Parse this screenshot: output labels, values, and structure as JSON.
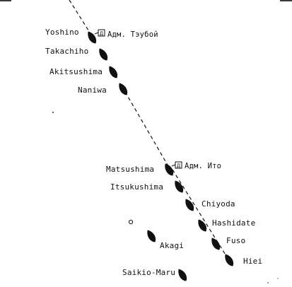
{
  "colors": {
    "ink": "#111111",
    "background": "#ffffff"
  },
  "column_1": {
    "ships": [
      {
        "name": "Yoshino"
      },
      {
        "name": "Takachiho"
      },
      {
        "name": "Akitsushima"
      },
      {
        "name": "Naniwa"
      }
    ],
    "flag": {
      "symbol": "Д",
      "label": "Адм. Тэубой"
    }
  },
  "column_2": {
    "ships": [
      {
        "name": "Matsushima"
      },
      {
        "name": "Itsukushima"
      },
      {
        "name": "Chiyoda"
      },
      {
        "name": "Hashidate"
      },
      {
        "name": "Fuso"
      },
      {
        "name": "Hiei"
      }
    ],
    "flag": {
      "symbol": "Д",
      "label": "Адм. Ито"
    }
  },
  "detached": {
    "ships": [
      {
        "name": "Akagi"
      },
      {
        "name": "Saikio-Maru"
      }
    ]
  }
}
